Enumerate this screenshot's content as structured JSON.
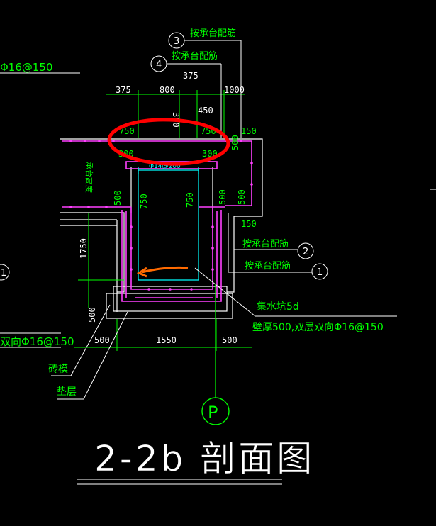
{
  "drawing": {
    "title": "2-2b 剖面图",
    "axis_bubble": "P",
    "callouts": {
      "cap_rebar_3": "按承台配筋",
      "cap_rebar_4": "按承台配筋",
      "cap_rebar_2": "按承台配筋",
      "cap_rebar_1": "按承台配筋",
      "num_3": "3",
      "num_4": "4",
      "num_2": "2",
      "num_1": "1",
      "sump": "集水坑5d",
      "wall_note": "壁厚500,双层双向Φ16@150",
      "brick_mold": "砖模",
      "cushion": "垫层",
      "left_top_rebar": "Φ16@150",
      "left_mid_rebar": "双向Φ16@150",
      "left_bubble": "1",
      "slab_thickness": "承台高度",
      "slab_rebar": "Φ14@200"
    },
    "dimensions": {
      "d375a": "375",
      "d800": "800",
      "d375b": "375",
      "d1000": "1000",
      "d450": "450",
      "d300v": "300",
      "d750a": "750",
      "d750b": "750",
      "d150a": "150",
      "d300a": "300",
      "d300b": "300",
      "d500a": "500",
      "d500b": "500",
      "d750c": "750",
      "d750d": "750",
      "d500c": "500",
      "d500d": "500",
      "d150b": "150",
      "d1750": "1750",
      "d500e": "500",
      "d500f": "500",
      "d1550": "1550",
      "d500g": "500"
    },
    "colors": {
      "background": "#000000",
      "concrete_outline": "#ffffff",
      "rebar": "#ff40ff",
      "dimension": "#00ff00",
      "green_text": "#00ff00",
      "cyan": "#00ffff",
      "leader": "#ffffff",
      "highlight_circle": "#ff0000",
      "arrow": "#ff6a00",
      "axis_line": "#00ff00"
    }
  }
}
